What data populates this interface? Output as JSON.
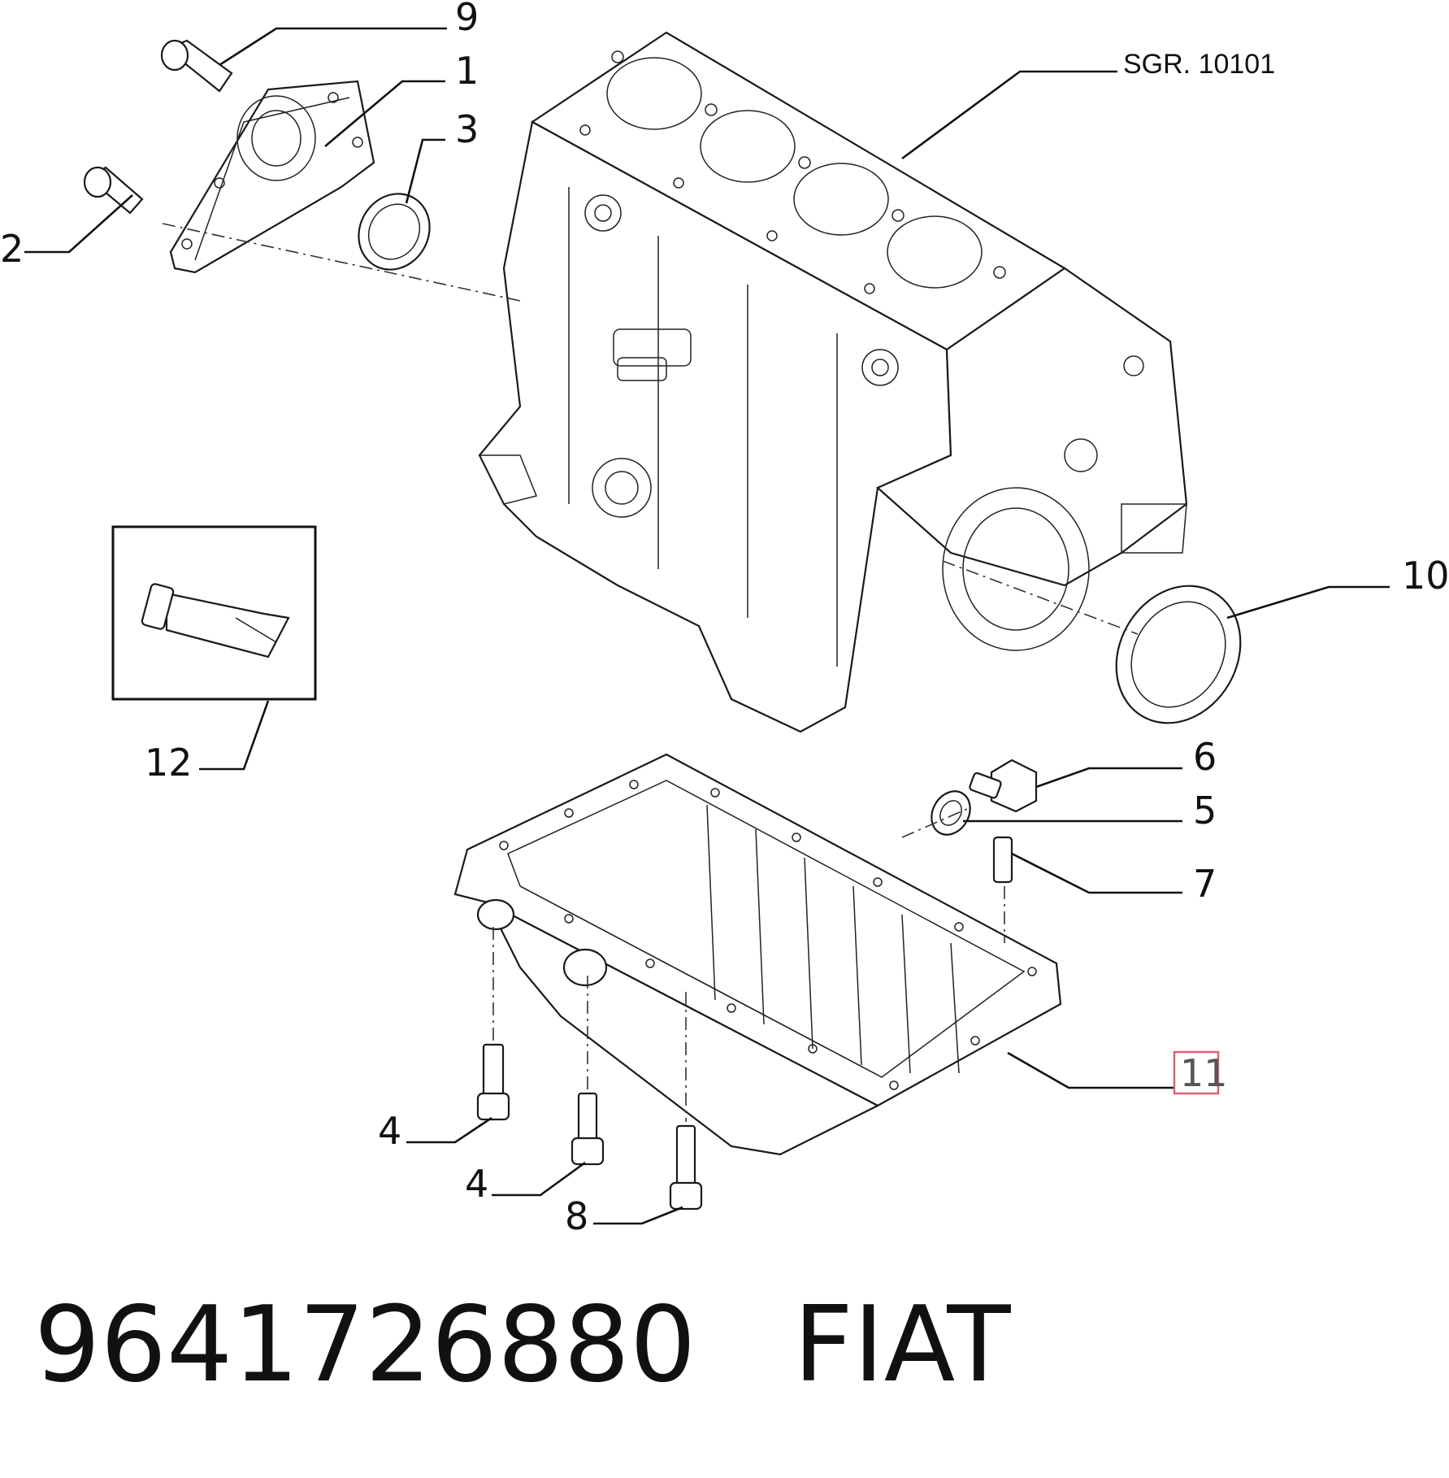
{
  "callouts": {
    "c9": "9",
    "c1": "1",
    "c3": "3",
    "c2": "2",
    "sgr": "SGR. 10101",
    "c10": "10",
    "c12": "12",
    "c6": "6",
    "c5": "5",
    "c7": "7",
    "c11": "11",
    "c4a": "4",
    "c4b": "4",
    "c8": "8"
  },
  "highlight": {
    "selected_part": "11",
    "color": "#e05a6a"
  },
  "footer": {
    "part_number": "9641726880",
    "brand": "FIAT"
  },
  "icons": {
    "sealant_tube": "sealant-tube-icon"
  }
}
